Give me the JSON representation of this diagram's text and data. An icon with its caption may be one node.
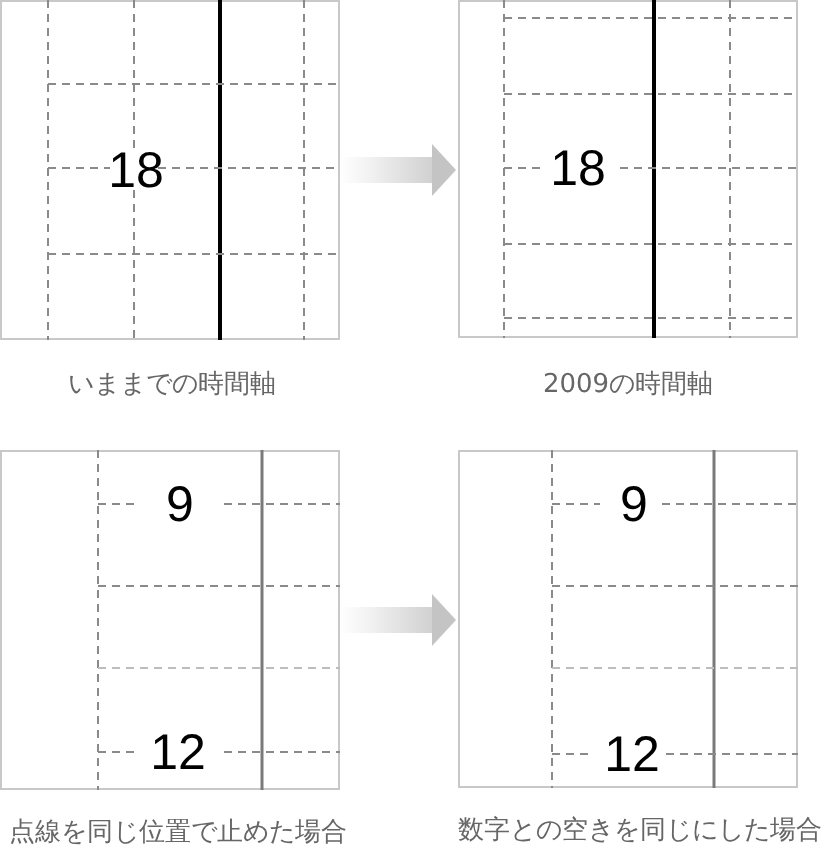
{
  "diagram": {
    "nodes": [
      {
        "text": [
          "18"
        ],
        "beside": [
          "いままでの時間軸"
        ]
      },
      {
        "text": [
          "18"
        ],
        "beside": [
          "2009の時間軸"
        ]
      },
      {
        "text": [
          "9",
          "12"
        ],
        "beside": [
          "点線を同じ位置で止めた場合"
        ]
      },
      {
        "text": [
          "9",
          "12"
        ],
        "beside": [
          "数字との空きを同じにした場合"
        ]
      }
    ],
    "edges": [
      {
        "from": 0,
        "to": 1,
        "arrow": "to"
      },
      {
        "from": 2,
        "to": 3,
        "arrow": "to"
      }
    ]
  }
}
